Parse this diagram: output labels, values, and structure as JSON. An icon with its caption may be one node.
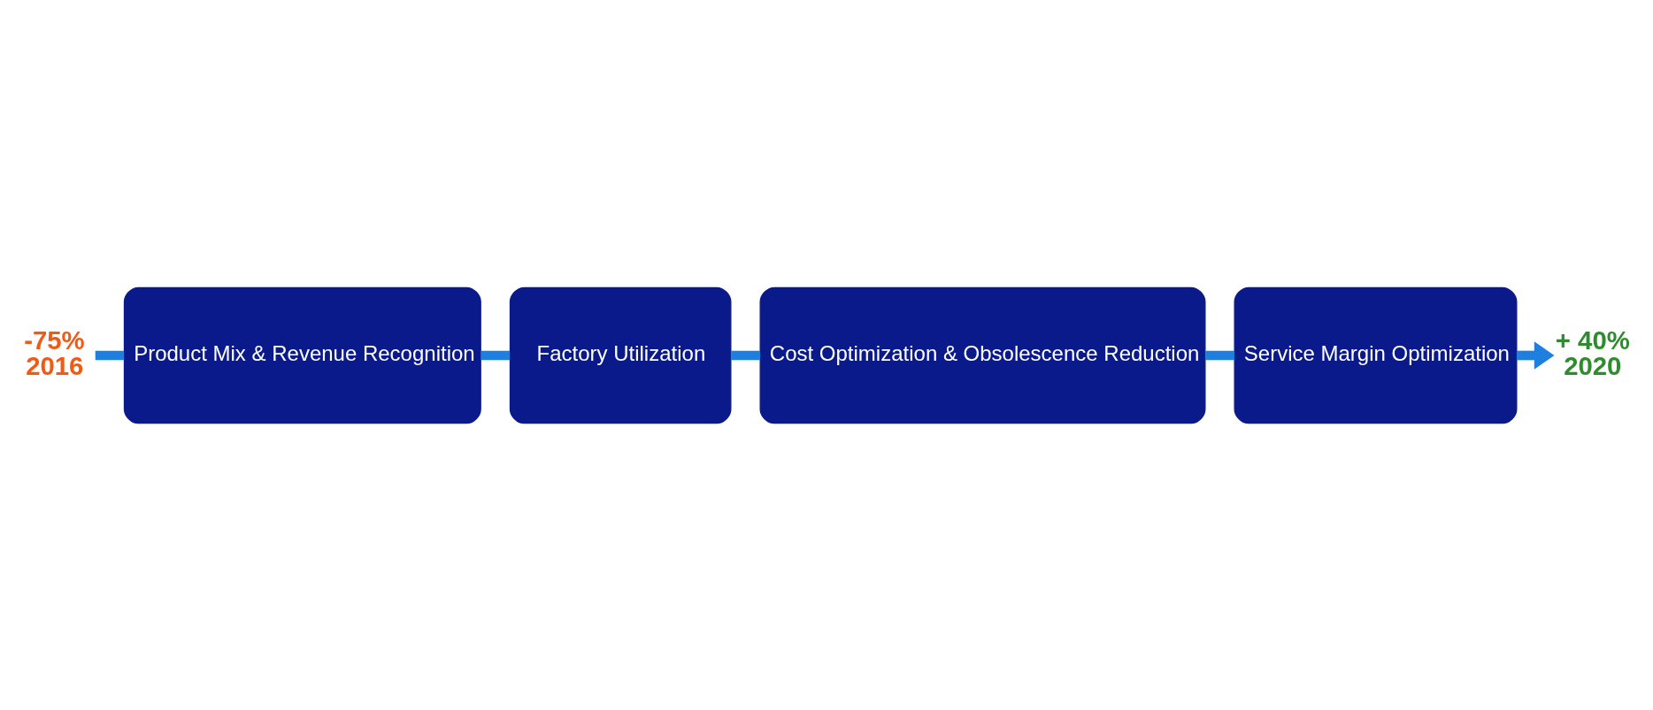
{
  "diagram": {
    "nodes": [
      {
        "text": [
          "-75%",
          "2016"
        ]
      },
      {
        "text": [
          "Product Mix & Revenue Recognition"
        ]
      },
      {
        "text": [
          "Factory Utilization"
        ]
      },
      {
        "text": [
          "Cost Optimization & Obsolescence Reduction"
        ]
      },
      {
        "text": [
          "Service Margin Optimization"
        ]
      },
      {
        "text": [
          "+ 40%",
          "2020"
        ]
      }
    ],
    "edges": [
      {
        "from": 0,
        "to": 1,
        "arrow": "none"
      },
      {
        "from": 1,
        "to": 2,
        "arrow": "none"
      },
      {
        "from": 2,
        "to": 3,
        "arrow": "none"
      },
      {
        "from": 3,
        "to": 4,
        "arrow": "none"
      },
      {
        "from": 4,
        "to": 5,
        "arrow": "to"
      }
    ]
  }
}
